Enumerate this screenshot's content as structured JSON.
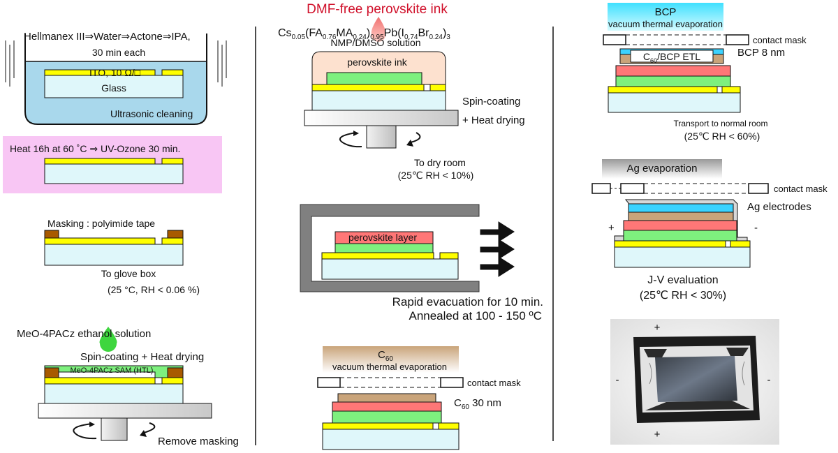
{
  "colors": {
    "glass": "#dff7fa",
    "ito": "#ffff00",
    "water": "#a9d8ec",
    "heat_box": "#f8c6f4",
    "tape": "#a85a00",
    "sam": "#7ef07e",
    "perovskite": "#ff7777",
    "c60": "#c9a47a",
    "bcp": "#3bd3ff",
    "bcp_header": "#8ff0ff",
    "ink": "#fde1cf",
    "title_red": "#d0102a",
    "gray": "#808080"
  },
  "left": {
    "clean_text": "Hellmanex III⇒Water⇒Actone⇒IPA,",
    "clean_time": "30 min each",
    "ito_label": "ITO, 10 Ω/□",
    "glass_label": "Glass",
    "ultrasonic": "Ultrasonic cleaning",
    "heat_text": "Heat 16h at 60 ˚C ⇒ UV-Ozone 30 min.",
    "masking": "Masking : polyimide tape",
    "to_glove": "To glove box",
    "glove_cond": "(25 °C, RH < 0.06 %)",
    "sam_solution": "MeO-4PACz ethanol solution",
    "spin_heat": "Spin-coating + Heat drying",
    "sam_label": "MeO-4PACz SAM (HTL)",
    "remove_masking": "Remove masking"
  },
  "middle": {
    "title": "DMF-free perovskite ink",
    "formula": {
      "cs": "Cs",
      "cs_sub": "0.05",
      "fa": "(FA",
      "fa_sub": "0.76",
      "ma": "MA",
      "ma_sub": "0.24",
      "close1": ")",
      "close1_sub": "0.95",
      "pb": "Pb(I",
      "i_sub": "0.74",
      "br": "Br",
      "br_sub": "0.24",
      "close2": ")",
      "close2_sub": "3"
    },
    "solvent": "NMP/DMSO solution",
    "ink_label": "perovskite ink",
    "spin": "Spin-coating",
    "heat": "+ Heat drying",
    "dry_room": "To dry room",
    "dry_cond": "(25℃ RH < 10%)",
    "pvk_layer": "perovskite layer",
    "evac": "Rapid evacuation for 10 min.",
    "anneal": "Annealed at 100 - 150 ºC",
    "c60_head": "C",
    "c60_head_sub": "60",
    "vte": "vacuum thermal evaporation",
    "contact_mask": "contact mask",
    "c60_thick": "C",
    "c60_thick_sub": "60",
    "c60_thick_rest": " 30 nm"
  },
  "right": {
    "bcp_head": "BCP",
    "vte": "vacuum thermal evaporation",
    "contact_mask": "contact mask",
    "etl": "C",
    "etl_sub": "60",
    "etl_rest": "/BCP ETL",
    "bcp_thick": "BCP 8 nm",
    "transport": "Transport to normal room",
    "transport_cond": "(25℃ RH < 60%)",
    "ag_head": "Ag evaporation",
    "contact_mask2": "contact mask",
    "ag_electrodes": "Ag electrodes",
    "plus": "+",
    "minus": "-",
    "jv": "J-V evaluation",
    "jv_cond": "(25℃ RH < 30%)",
    "photo_plus_top": "+",
    "photo_plus_bottom": "+",
    "photo_minus_left": "-",
    "photo_minus_right": "-"
  }
}
